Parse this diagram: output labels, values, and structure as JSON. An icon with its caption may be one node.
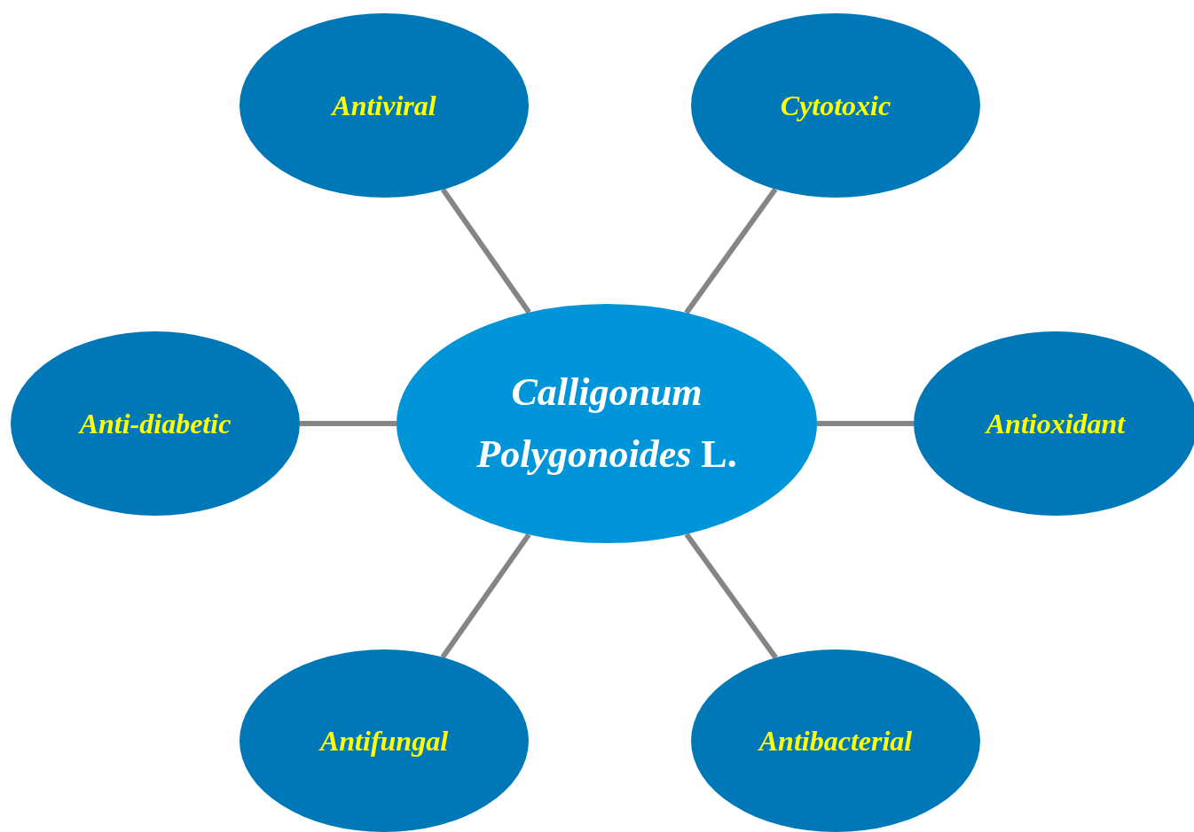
{
  "diagram": {
    "nodes": [
      {
        "text": [
          "*Calligonum Polygonoides* L."
        ]
      },
      {
        "text": [
          "Antiviral"
        ]
      },
      {
        "text": [
          "Cytotoxic"
        ]
      },
      {
        "text": [
          "Anti-diabetic"
        ]
      },
      {
        "text": [
          "Antioxidant"
        ]
      },
      {
        "text": [
          "Antifungal"
        ]
      },
      {
        "text": [
          "Antibacterial"
        ]
      }
    ],
    "edges": [
      {
        "from": 0,
        "to": 1,
        "arrow": "none"
      },
      {
        "from": 0,
        "to": 2,
        "arrow": "none"
      },
      {
        "from": 0,
        "to": 3,
        "arrow": "none"
      },
      {
        "from": 0,
        "to": 4,
        "arrow": "none"
      },
      {
        "from": 0,
        "to": 5,
        "arrow": "none"
      },
      {
        "from": 0,
        "to": 6,
        "arrow": "none"
      }
    ]
  }
}
